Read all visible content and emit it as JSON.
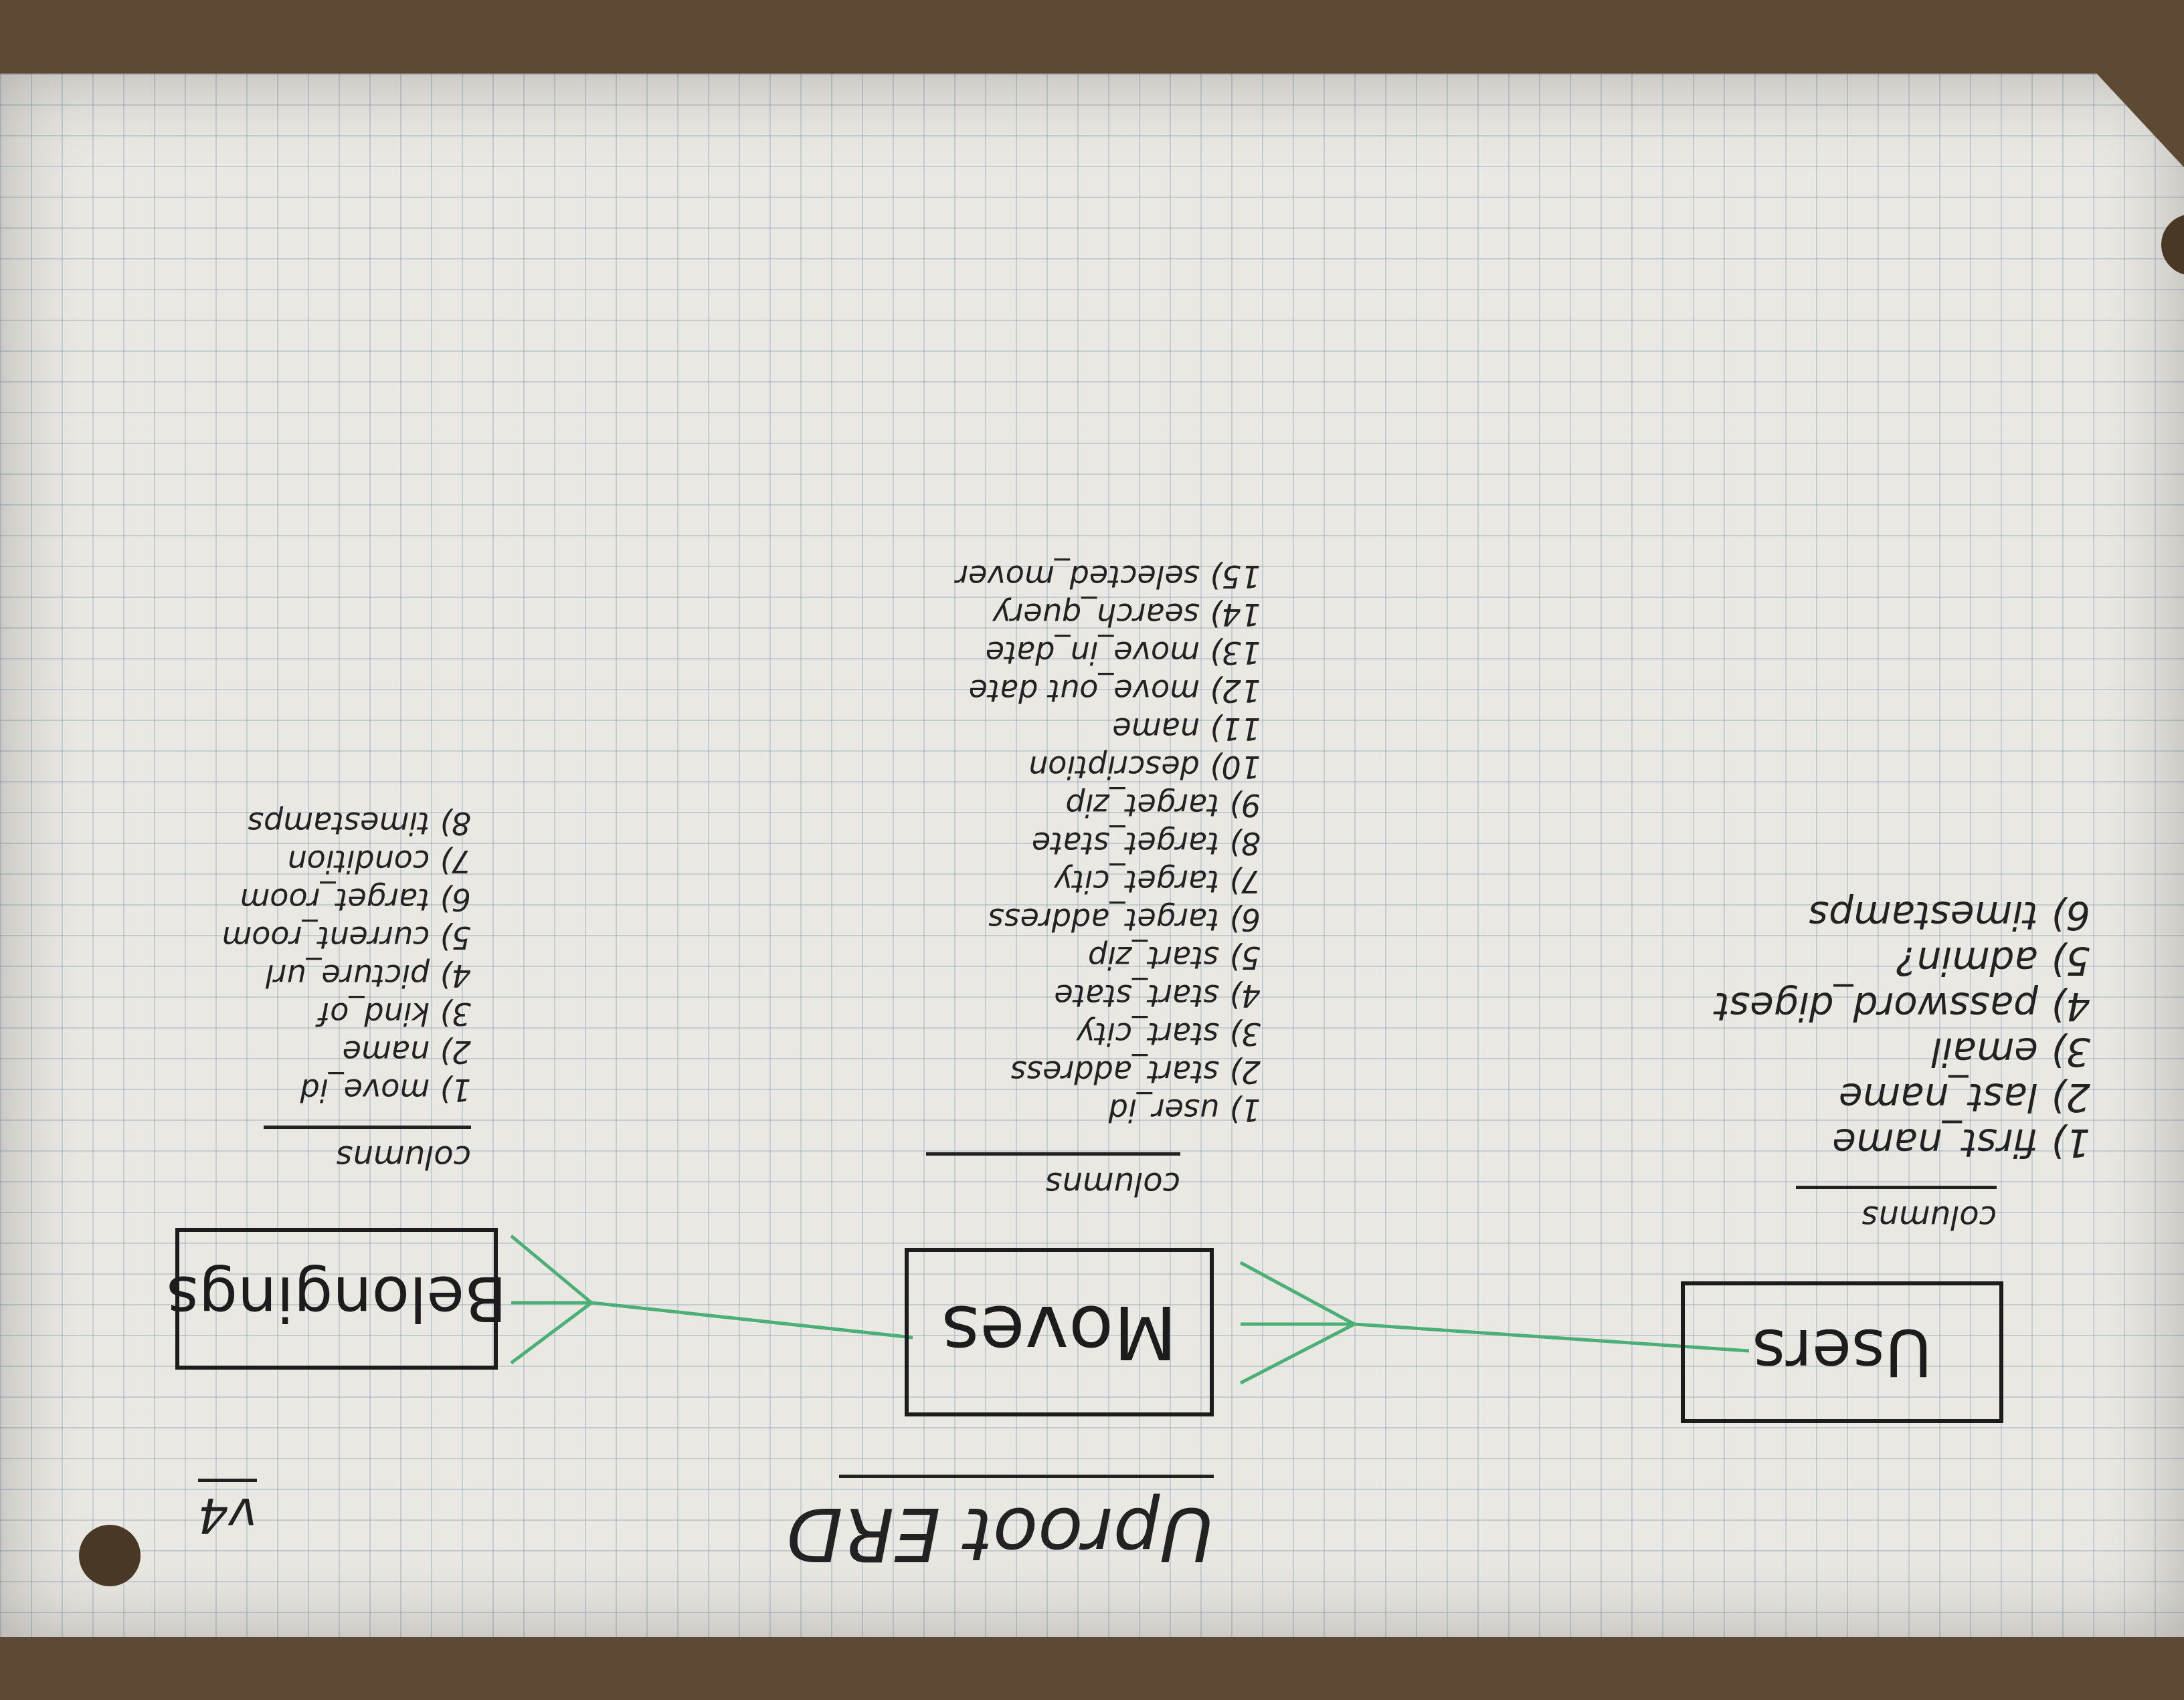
{
  "title": "Uproot ERD",
  "version": "v4",
  "entities": [
    {
      "name": "Users",
      "columns_header": "columns",
      "columns": [
        "1) first_name",
        "2) last_name",
        "3) email",
        "4) password_digest",
        "5) admin?",
        "6) timestamps"
      ]
    },
    {
      "name": "Moves",
      "columns_header": "columns",
      "columns": [
        "1) user_id",
        "2) start_address",
        "3) start_city",
        "4) start_state",
        "5) start_zip",
        "6) target_address",
        "7) target_city",
        "8) target_state",
        "9) target_zip",
        "10) description",
        "11) name",
        "12) move_out date",
        "13) move_in_date",
        "14) search_query",
        "15) selected_mover"
      ]
    },
    {
      "name": "Belongings",
      "columns_header": "columns",
      "columns": [
        "1) move_id",
        "2) name",
        "3) kind_of",
        "4) picture_url",
        "5) current_room",
        "6) target_room",
        "7) condition",
        "8) timestamps"
      ]
    }
  ],
  "relationships": [
    {
      "from": "Users",
      "to": "Moves",
      "type": "one-to-many"
    },
    {
      "from": "Moves",
      "to": "Belongings",
      "type": "one-to-many"
    }
  ],
  "colors": {
    "ink": "#1c1c1c",
    "relation_line": "#4caf78",
    "paper": "#e9e8e2"
  }
}
